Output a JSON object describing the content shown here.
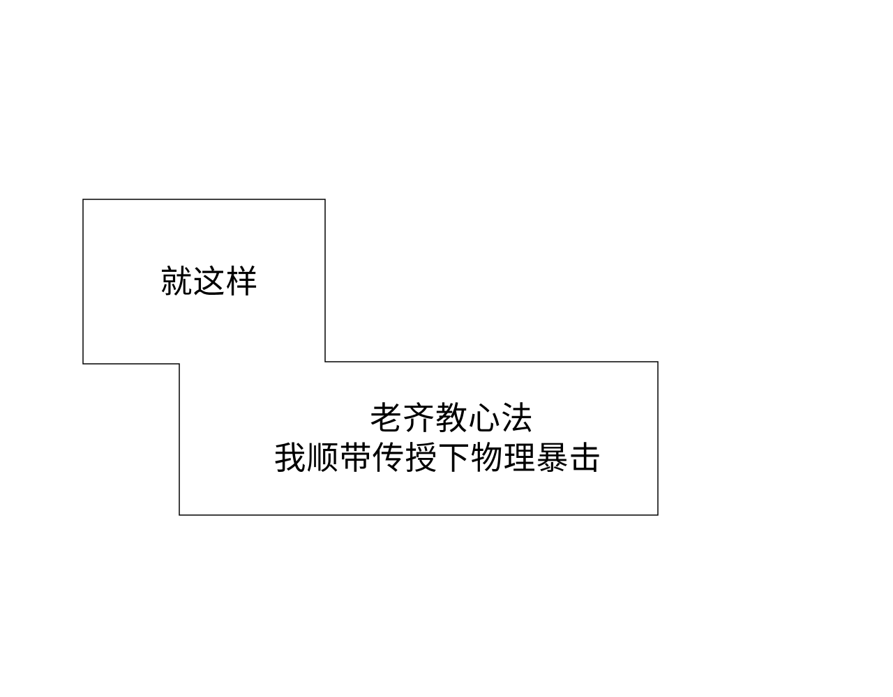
{
  "captions": {
    "first": "就这样",
    "second_line_1": "老齐教心法",
    "second_line_2": "我顺带传授下物理暴击"
  }
}
